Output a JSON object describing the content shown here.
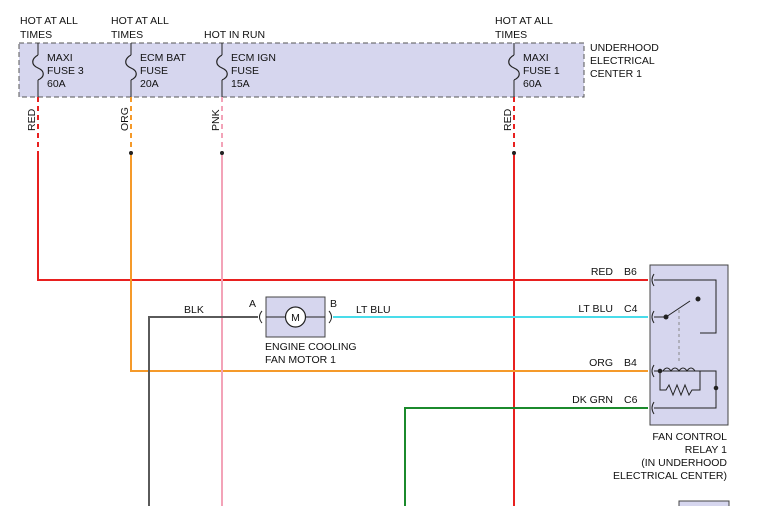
{
  "supply_labels": {
    "maxi3": [
      "HOT AT ALL",
      "TIMES"
    ],
    "ecmbat": [
      "HOT AT ALL",
      "TIMES"
    ],
    "ecmign": [
      "HOT IN RUN"
    ],
    "maxi1": [
      "HOT AT ALL",
      "TIMES"
    ]
  },
  "fuses": {
    "maxi3": [
      "MAXI",
      "FUSE 3",
      "60A"
    ],
    "ecmbat": [
      "ECM BAT",
      "FUSE",
      "20A"
    ],
    "ecmign": [
      "ECM IGN",
      "FUSE",
      "15A"
    ],
    "maxi1": [
      "MAXI",
      "FUSE 1",
      "60A"
    ]
  },
  "center_label": [
    "UNDERHOOD",
    "ELECTRICAL",
    "CENTER 1"
  ],
  "wire_colors": {
    "maxi3": "RED",
    "ecmbat": "ORG",
    "ecmign": "PNK",
    "maxi1": "RED",
    "motor_ground": "BLK",
    "motor_to_relay": "LT BLU"
  },
  "relay_terminals": [
    {
      "wire": "RED",
      "pin": "B6"
    },
    {
      "wire": "LT BLU",
      "pin": "C4"
    },
    {
      "wire": "ORG",
      "pin": "B4"
    },
    {
      "wire": "DK GRN",
      "pin": "C6"
    }
  ],
  "motor": {
    "symbol": "M",
    "pin_a": "A",
    "pin_b": "B",
    "label": [
      "ENGINE COOLING",
      "FAN MOTOR 1"
    ]
  },
  "relay_label": [
    "FAN CONTROL",
    "RELAY 1",
    "(IN UNDERHOOD",
    "ELECTRICAL CENTER)"
  ],
  "colors": {
    "red": "#e8201f",
    "orange": "#f59a2a",
    "pink": "#f3a3b8",
    "light_blue": "#49dcea",
    "black": "#5a5a5a",
    "dark_green": "#1b8a2c",
    "component_fill": "#d6d6ee"
  }
}
